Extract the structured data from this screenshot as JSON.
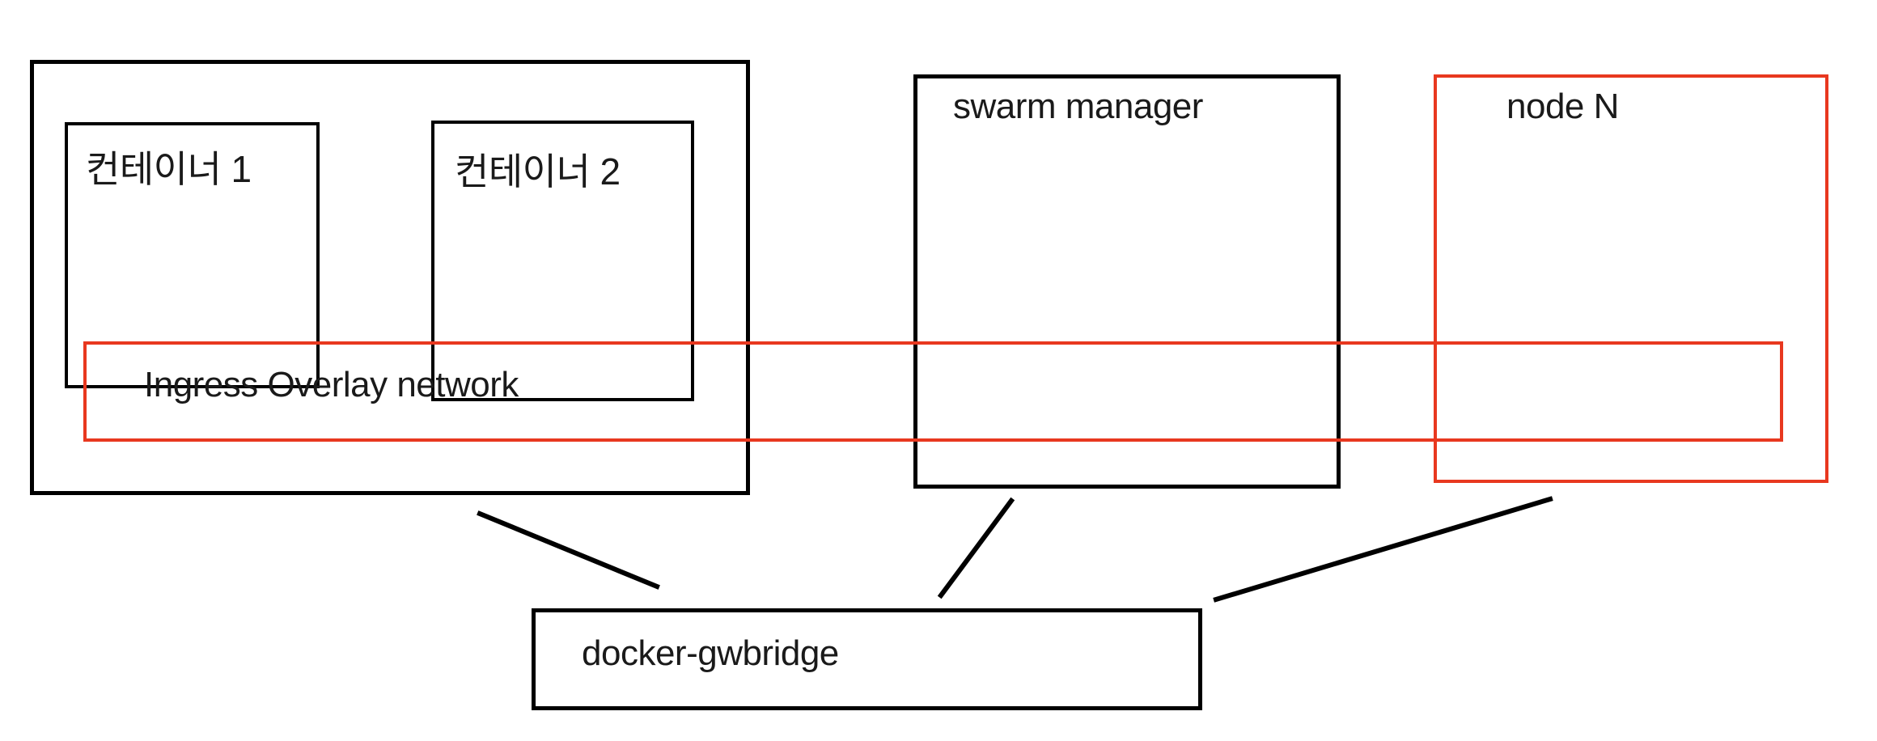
{
  "diagram": {
    "title": "Docker Swarm ingress / gwbridge network diagram",
    "colors": {
      "stroke_black": "#000000",
      "stroke_red": "#e8381f",
      "text": "#1a1a1a",
      "background": "#ffffff"
    },
    "nodes": {
      "worker_node": {
        "label": "",
        "containers": [
          {
            "label": "컨테이너 1"
          },
          {
            "label": "컨테이너 2"
          }
        ]
      },
      "swarm_manager": {
        "label": "swarm manager"
      },
      "node_n": {
        "label": "node N"
      },
      "ingress_overlay": {
        "label": "Ingress Overlay network"
      },
      "gwbridge": {
        "label": "docker-gwbridge"
      }
    },
    "connectors": [
      {
        "name": "worker-node-to-gwbridge",
        "from": "worker_node",
        "to": "gwbridge"
      },
      {
        "name": "swarm-manager-to-gwbridge",
        "from": "swarm_manager",
        "to": "gwbridge"
      },
      {
        "name": "node-n-to-gwbridge",
        "from": "node_n",
        "to": "gwbridge"
      }
    ]
  }
}
